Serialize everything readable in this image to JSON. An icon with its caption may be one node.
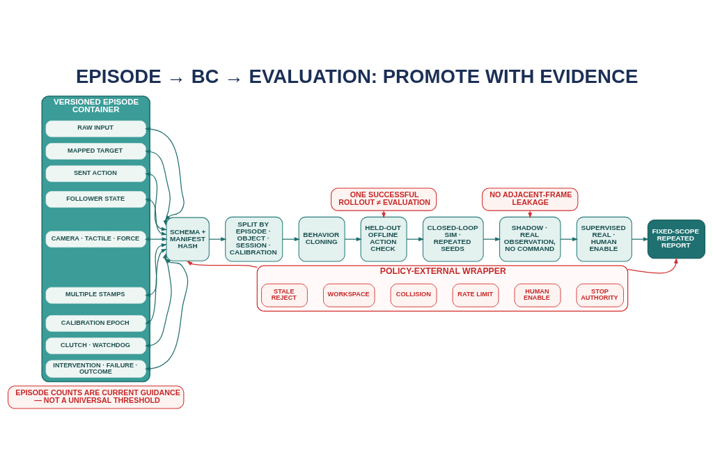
{
  "diagram": {
    "title": "EPISODE → BC → EVALUATION: PROMOTE WITH EVIDENCE",
    "nodes": [
      {
        "text": [
          "VERSIONED EPISODE CONTAINER"
        ]
      },
      {
        "text": [
          "RAW INPUT"
        ],
        "in": 0
      },
      {
        "text": [
          "MAPPED TARGET"
        ],
        "in": 0
      },
      {
        "text": [
          "SENT ACTION"
        ],
        "in": 0
      },
      {
        "text": [
          "FOLLOWER STATE"
        ],
        "in": 0
      },
      {
        "text": [
          "CAMERA · TACTILE · FORCE"
        ],
        "in": 0
      },
      {
        "text": [
          "MULTIPLE STAMPS"
        ],
        "in": 0
      },
      {
        "text": [
          "CALIBRATION EPOCH"
        ],
        "in": 0
      },
      {
        "text": [
          "CLUTCH · WATCHDOG"
        ],
        "in": 0
      },
      {
        "text": [
          "INTERVENTION · FAILURE · OUTCOME"
        ],
        "in": 0
      },
      {
        "text": [
          "ONE SUCCESSFUL ROLLOUT ≠ EVALUATION"
        ]
      },
      {
        "text": [
          "NO ADJACENT-FRAME LEAKAGE"
        ]
      },
      {
        "text": [
          "SCHEMA + MANIFEST HASH"
        ]
      },
      {
        "text": [
          "SPLIT BY EPISODE · OBJECT · SESSION · CALIBRATION"
        ]
      },
      {
        "text": [
          "BEHAVIOR CLONING"
        ]
      },
      {
        "text": [
          "HELD-OUT OFFLINE ACTION CHECK"
        ]
      },
      {
        "text": [
          "CLOSED-LOOP SIM · REPEATED SEEDS"
        ]
      },
      {
        "text": [
          "SHADOW · REAL OBSERVATION, NO COMMAND"
        ]
      },
      {
        "text": [
          "SUPERVISED REAL · HUMAN ENABLE"
        ]
      },
      {
        "text": [
          "FIXED-SCOPE REPEATED REPORT"
        ]
      },
      {
        "text": [
          "POLICY-EXTERNAL WRAPPER"
        ]
      },
      {
        "text": [
          "STALE REJECT"
        ],
        "in": 20
      },
      {
        "text": [
          "WORKSPACE"
        ],
        "in": 20
      },
      {
        "text": [
          "COLLISION"
        ],
        "in": 20
      },
      {
        "text": [
          "RATE LIMIT"
        ],
        "in": 20
      },
      {
        "text": [
          "HUMAN ENABLE"
        ],
        "in": 20
      },
      {
        "text": [
          "STOP AUTHORITY"
        ],
        "in": 20
      },
      {
        "text": [
          "EPISODE COUNTS ARE CURRENT GUIDANCE — NOT A UNIVERSAL THRESHOLD"
        ]
      }
    ],
    "edges": [
      {
        "from": 1,
        "to": 12,
        "arrow": "both"
      },
      {
        "from": 2,
        "to": 12,
        "arrow": "both"
      },
      {
        "from": 3,
        "to": 12,
        "arrow": "both"
      },
      {
        "from": 4,
        "to": 12,
        "arrow": "both"
      },
      {
        "from": 5,
        "to": 12,
        "arrow": "both"
      },
      {
        "from": 6,
        "to": 12,
        "arrow": "both"
      },
      {
        "from": 7,
        "to": 12,
        "arrow": "both"
      },
      {
        "from": 8,
        "to": 12,
        "arrow": "both"
      },
      {
        "from": 9,
        "to": 12,
        "arrow": "both"
      },
      {
        "from": 12,
        "to": 13,
        "arrow": "to"
      },
      {
        "from": 13,
        "to": 14,
        "arrow": "to"
      },
      {
        "from": 14,
        "to": 15,
        "arrow": "to"
      },
      {
        "from": 15,
        "to": 16,
        "arrow": "to"
      },
      {
        "from": 16,
        "to": 17,
        "arrow": "to"
      },
      {
        "from": 17,
        "to": 18,
        "arrow": "to"
      },
      {
        "from": 18,
        "to": 19,
        "arrow": "to"
      },
      {
        "from": 10,
        "to": 15,
        "arrow": "to",
        "style": "dashed",
        "color": "#d32f2f"
      },
      {
        "from": 11,
        "to": 17,
        "arrow": "to",
        "style": "dashed",
        "color": "#d32f2f"
      },
      {
        "from": 20,
        "to": 12,
        "arrow": "to",
        "color": "#d32f2f"
      },
      {
        "from": 20,
        "to": 19,
        "arrow": "to",
        "color": "#d32f2f"
      }
    ]
  }
}
